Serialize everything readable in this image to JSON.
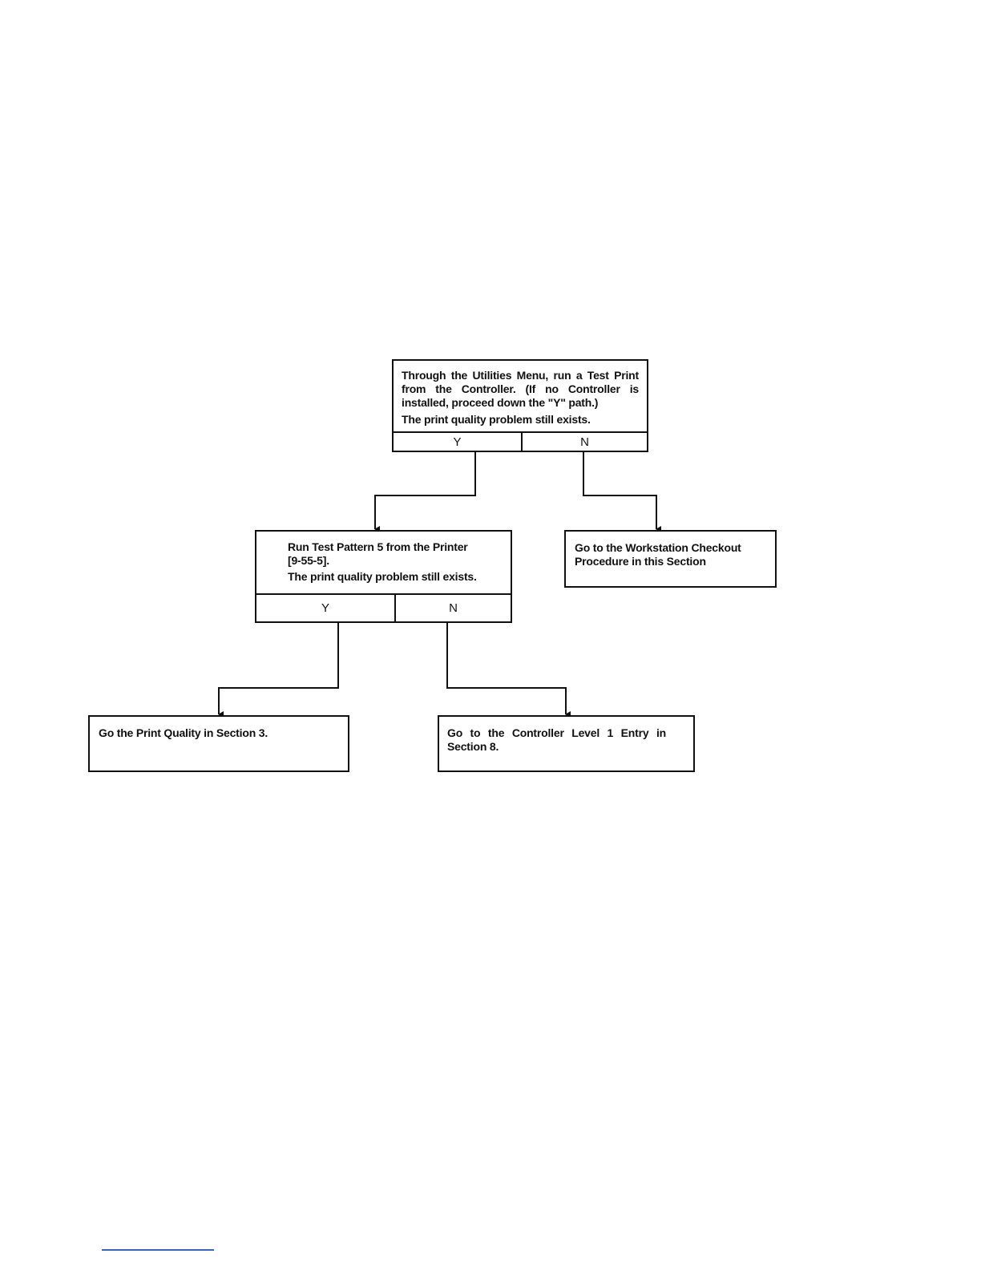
{
  "diagram": {
    "decision_1": {
      "text": "Through the Utilities Menu, run a Test Print from the Controller. (If no Controller is installed, proceed down the \"Y\" path.)",
      "question": "The print quality problem still exists.",
      "yes_label": "Y",
      "no_label": "N"
    },
    "decision_2": {
      "text": "Run Test Pattern 5 from the Printer [9-55-5].",
      "question": "The print quality problem still exists.",
      "yes_label": "Y",
      "no_label": "N"
    },
    "outcome_workstation": {
      "text": "Go to the Workstation Checkout Procedure in this Section"
    },
    "outcome_print_quality": {
      "text": "Go the Print Quality in Section 3."
    },
    "outcome_controller": {
      "text": "Go to the Controller Level 1 Entry in Section 8."
    }
  },
  "colors": {
    "line": "#111111",
    "footnote_rule": "#3b63b8"
  }
}
